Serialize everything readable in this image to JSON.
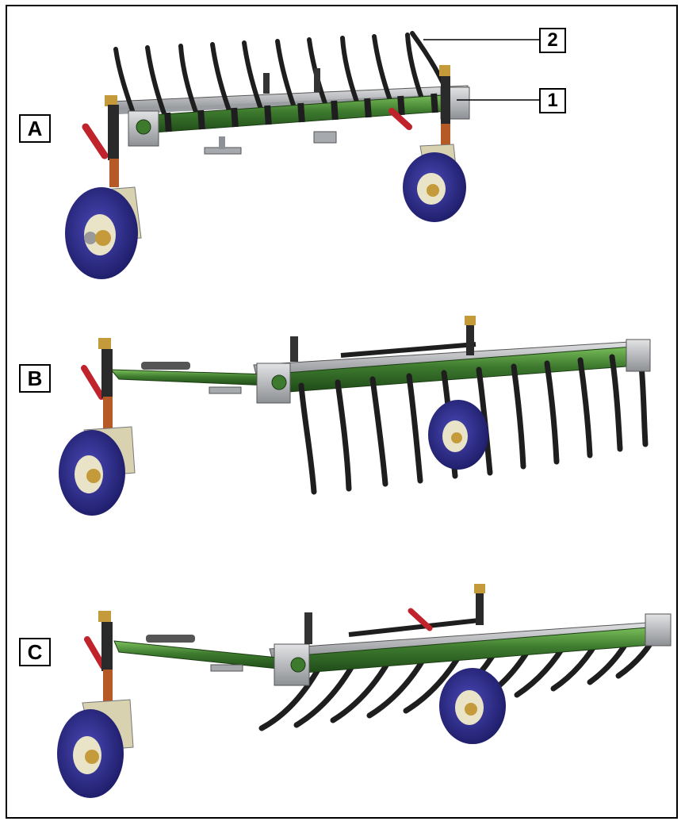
{
  "figure": {
    "views": [
      {
        "id": "A",
        "label": "A"
      },
      {
        "id": "B",
        "label": "B"
      },
      {
        "id": "C",
        "label": "C"
      }
    ],
    "callouts": [
      {
        "id": "2",
        "label": "2"
      },
      {
        "id": "1",
        "label": "1"
      }
    ],
    "colors": {
      "frame_tube": "#3d7a2e",
      "frame_tube_light": "#5fa046",
      "steel": "#b9bbbe",
      "steel_dark": "#7c7f83",
      "tine": "#1e1e1e",
      "wheel_tire": "#2f2e8c",
      "wheel_hub": "#e9e3c8",
      "hub_bronze": "#c49a3a",
      "spring_red": "#c0232b"
    }
  }
}
